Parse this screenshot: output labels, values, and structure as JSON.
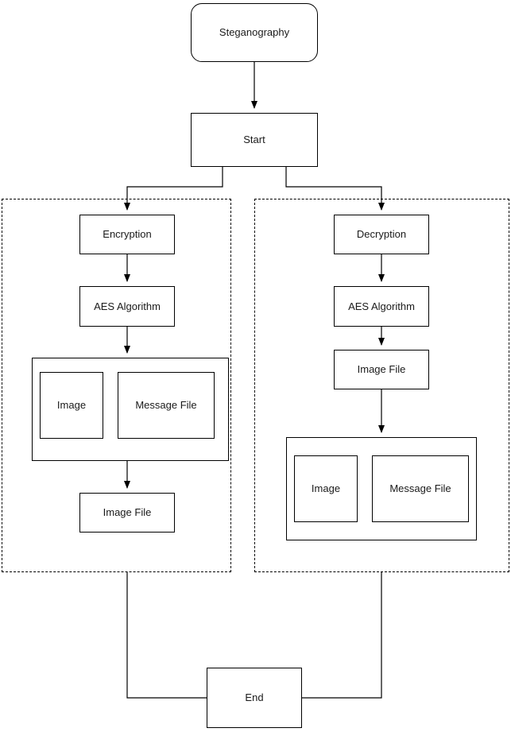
{
  "diagram": {
    "title_node": {
      "label": "Steganography"
    },
    "start_node": {
      "label": "Start"
    },
    "end_node": {
      "label": "End"
    },
    "left_branch": {
      "region_name": "encryption-region",
      "step1": {
        "label": "Encryption"
      },
      "step2": {
        "label": "AES Algorithm"
      },
      "group": {
        "image": {
          "label": "Image"
        },
        "message": {
          "label": "Message File"
        }
      },
      "step4": {
        "label": "Image File"
      }
    },
    "right_branch": {
      "region_name": "decryption-region",
      "step1": {
        "label": "Decryption"
      },
      "step2": {
        "label": "AES Algorithm"
      },
      "step3": {
        "label": "Image File"
      },
      "group": {
        "image": {
          "label": "Image"
        },
        "message": {
          "label": "Message File"
        }
      }
    },
    "colors": {
      "stroke": "#000000",
      "fill": "#ffffff",
      "text": "#1a1a1a"
    }
  }
}
